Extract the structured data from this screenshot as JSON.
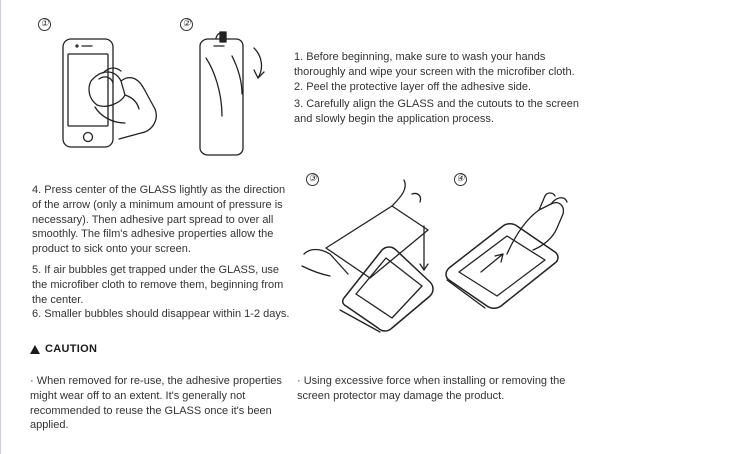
{
  "steps_top": {
    "num1": "①",
    "num2": "②",
    "lines": [
      "1. Before beginning, make sure to wash your hands thoroughly and wipe your screen with the microfiber cloth.",
      "2. Peel the protective layer off the adhesive side.",
      "3. Carefully align the GLASS and the cutouts to the screen and slowly begin the application process."
    ]
  },
  "steps_bottom": {
    "num3": "③",
    "num4": "④",
    "lines": [
      "4. Press center of the GLASS lightly as the direction of the arrow (only a minimum amount of pressure is necessary). Then adhesive part spread to over all smoothly. The film's adhesive properties allow the product to sick onto your screen.",
      "5. If air bubbles get trapped under the GLASS, use the microfiber cloth to remove them, beginning from the center.",
      "6. Smaller bubbles should disappear within 1-2 days."
    ]
  },
  "caution": {
    "title": "CAUTION",
    "left": "· When removed for re-use, the adhesive properties might wear off to an extent. It's generally not recommended to reuse the GLASS once it's been applied.",
    "right": "· Using excessive force when installing or removing the screen protector may damage the product."
  }
}
